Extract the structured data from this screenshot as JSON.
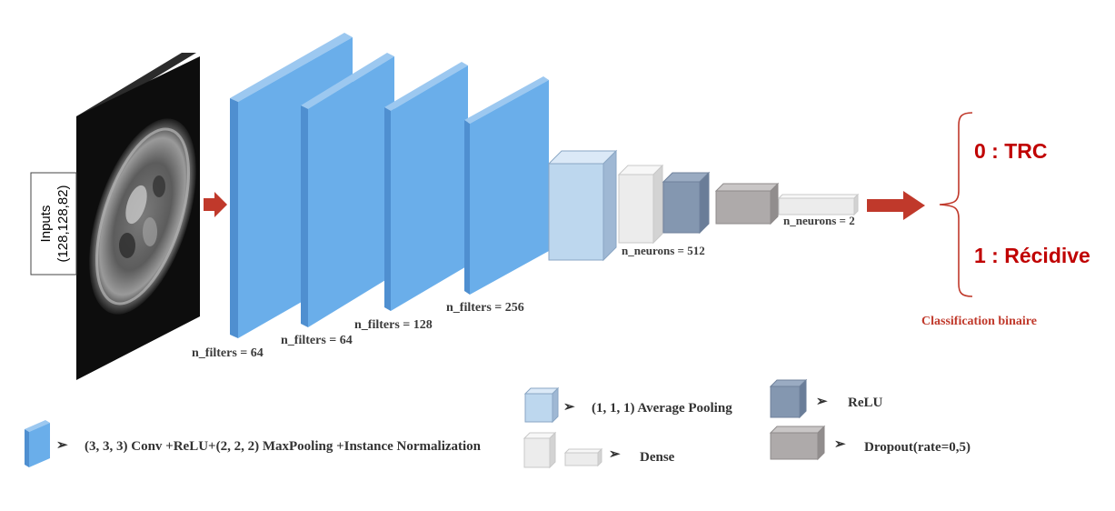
{
  "input": {
    "label_line1": "Inputs",
    "label_line2": "(128,128,82)"
  },
  "conv_blocks": [
    {
      "label": "n_filters = 64"
    },
    {
      "label": "n_filters = 64"
    },
    {
      "label": "n_filters = 128"
    },
    {
      "label": "n_filters = 256"
    }
  ],
  "dense_labels": {
    "first": "n_neurons = 512",
    "second": "n_neurons = 2"
  },
  "classes": {
    "class0": "0 : TRC",
    "class1": "1 : Récidive",
    "title": "Classification binaire"
  },
  "legend": {
    "conv": "(3, 3, 3) Conv +ReLU+(2, 2, 2) MaxPooling +Instance Normalization",
    "avgpool": "(1, 1, 1) Average Pooling",
    "dense": "Dense",
    "relu": "ReLU",
    "dropout": "Dropout(rate=0,5)",
    "bullet": "➢"
  },
  "colors": {
    "conv": "#6aaeea",
    "avgpool": "#bdd7ee",
    "dense": "#ececec",
    "relu": "#8497b0",
    "dropout": "#aeaaaa",
    "arrow": "#c0392b",
    "class_text": "#c00000"
  }
}
